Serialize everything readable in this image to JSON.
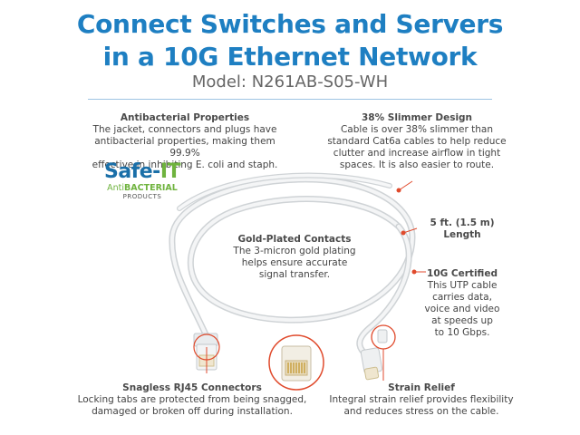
{
  "header": {
    "title_line1": "Connect Switches and Servers",
    "title_line2": "in a 10G Ethernet Network",
    "model": "Model: N261AB-S05-WH"
  },
  "logo": {
    "brand_main": "Safe-",
    "brand_accent": "IT",
    "tagline_prefix": "Anti",
    "tagline_bold": "BACTERIAL",
    "tagline_sub": "PRODUCTS"
  },
  "features": {
    "antibacterial": {
      "heading": "Antibacterial Properties",
      "line1": "The jacket, connectors and plugs have",
      "line2": "antibacterial properties, making them 99.9%",
      "line3": "effective in inhibiting E. coli and staph."
    },
    "slimmer": {
      "heading": "38% Slimmer Design",
      "line1": "Cable is over 38% slimmer than",
      "line2": "standard Cat6a cables to help reduce",
      "line3": "clutter and increase airflow in tight",
      "line4": "spaces. It is also easier to route."
    },
    "length": {
      "line1": "5 ft. (1.5 m)",
      "line2": "Length"
    },
    "gold": {
      "heading": "Gold-Plated Contacts",
      "line1": "The 3-micron gold plating",
      "line2": "helps ensure accurate",
      "line3": "signal transfer."
    },
    "certified": {
      "heading": "10G Certified",
      "line1": "This UTP cable",
      "line2": "carries data,",
      "line3": "voice and video",
      "line4": "at speeds up",
      "line5": "to 10 Gbps."
    },
    "snagless": {
      "heading": "Snagless RJ45 Connectors",
      "line1": "Locking tabs are protected from being snagged,",
      "line2": "damaged or broken off during installation."
    },
    "strain": {
      "heading": "Strain Relief",
      "line1": "Integral strain relief provides flexibility",
      "line2": "and reduces stress on the cable."
    }
  },
  "colors": {
    "title_blue": "#1e7fc2",
    "callout_red": "#e04a2c",
    "logo_blue": "#1a6fa8",
    "logo_green": "#6fb33e"
  }
}
